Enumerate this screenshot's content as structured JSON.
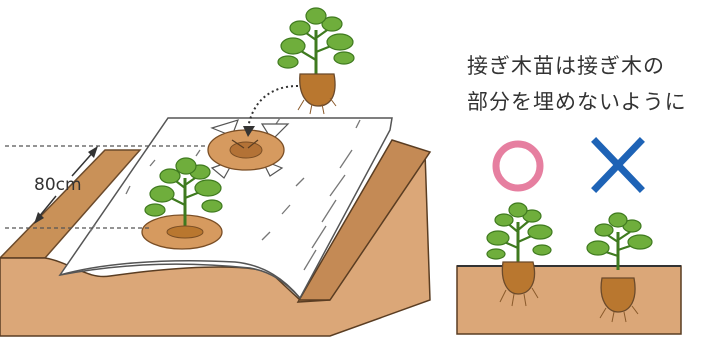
{
  "annotations": {
    "bed_width": "80cm",
    "instruction_line1": "接ぎ木苗は接ぎ木の",
    "instruction_line2": "部分を埋めないように"
  },
  "symbols": {
    "correct": {
      "icon": "circle-mark-icon",
      "color": "#e67fa0"
    },
    "incorrect": {
      "icon": "cross-mark-icon",
      "color": "#1e63b6"
    }
  },
  "colors": {
    "soil": "#dba778",
    "soil_dark": "#c48a55",
    "mulch": "#ffffff",
    "leaf": "#6fae3c",
    "leaf_dark": "#3f7a1f",
    "root_ball": "#b9772f"
  }
}
